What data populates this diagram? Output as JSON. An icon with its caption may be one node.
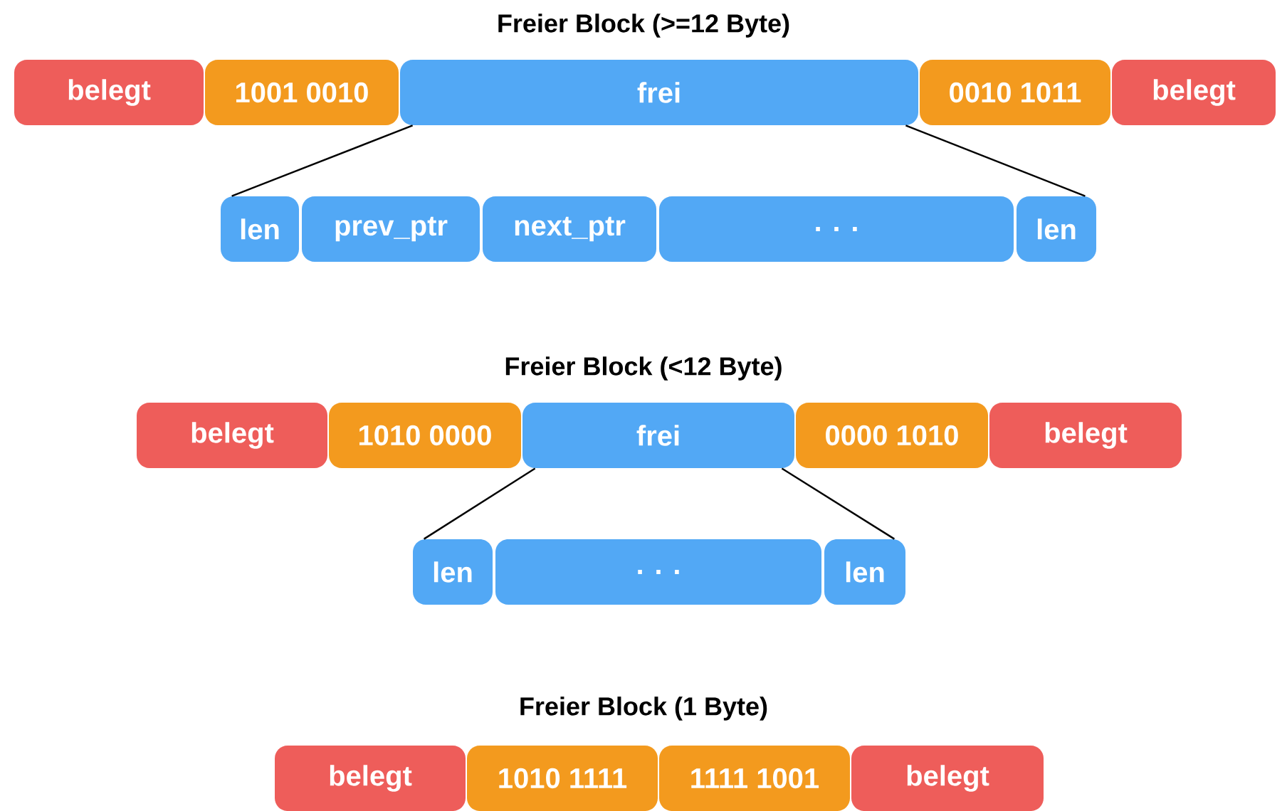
{
  "diagram": {
    "nodes": [
      {
        "text": [
          "belegt"
        ]
      },
      {
        "text": [
          "1001 0010"
        ]
      },
      {
        "text": [
          "frei"
        ]
      },
      {
        "text": [
          "0010 1011"
        ]
      },
      {
        "text": [
          "belegt"
        ]
      },
      {
        "text": [
          "len"
        ]
      },
      {
        "text": [
          "prev_ptr"
        ]
      },
      {
        "text": [
          "next_ptr"
        ]
      },
      {
        "text": [
          ". . ."
        ]
      },
      {
        "text": [
          "len"
        ]
      },
      {
        "text": [
          "belegt"
        ]
      },
      {
        "text": [
          "1010 0000"
        ]
      },
      {
        "text": [
          "frei"
        ]
      },
      {
        "text": [
          "0000 1010"
        ]
      },
      {
        "text": [
          "belegt"
        ]
      },
      {
        "text": [
          "len"
        ]
      },
      {
        "text": [
          ". . ."
        ]
      },
      {
        "text": [
          "len"
        ]
      },
      {
        "text": [
          "belegt"
        ]
      },
      {
        "text": [
          "1010 1111"
        ]
      },
      {
        "text": [
          "1111 1001"
        ]
      },
      {
        "text": [
          "belegt"
        ]
      }
    ],
    "edges": [
      {
        "from": 2,
        "to": 5,
        "arrow": "none"
      },
      {
        "from": 2,
        "to": 9,
        "arrow": "none"
      },
      {
        "from": 12,
        "to": 15,
        "arrow": "none"
      },
      {
        "from": 12,
        "to": 17,
        "arrow": "none"
      }
    ],
    "labels": [
      "Freier Block (>=12 Byte)",
      "Freier Block (<12 Byte)",
      "Freier Block (1 Byte)"
    ]
  }
}
